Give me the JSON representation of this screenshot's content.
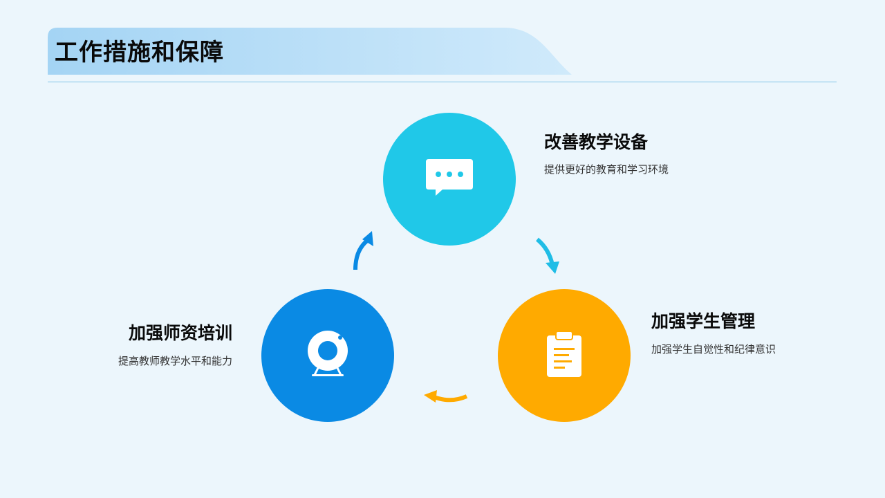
{
  "header": {
    "title": "工作措施和保障"
  },
  "colors": {
    "top_node": "#20c8e8",
    "right_node": "#ffaa00",
    "left_node": "#0a8ae4",
    "banner_light": "#c8e6fa",
    "banner_dark": "#a4d4f4"
  },
  "nodes": [
    {
      "icon": "chat-bubble-icon",
      "heading": "改善教学设备",
      "description": "提供更好的教育和学习环境"
    },
    {
      "icon": "clipboard-icon",
      "heading": "加强学生管理",
      "description": "加强学生自觉性和纪律意识"
    },
    {
      "icon": "webcam-icon",
      "heading": "加强师资培训",
      "description": "提高教师教学水平和能力"
    }
  ]
}
